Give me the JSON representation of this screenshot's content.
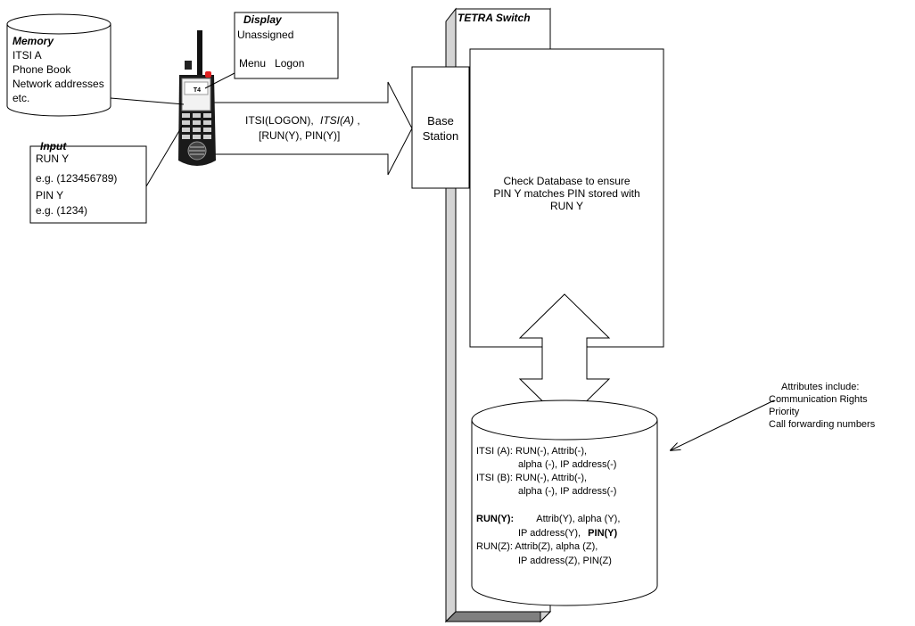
{
  "memory": {
    "title": "Memory",
    "lines": [
      "ITSI A",
      "Phone Book",
      "Network addresses",
      "etc."
    ]
  },
  "display": {
    "title": "Display",
    "status": "Unassigned",
    "softkeys": "Menu   Logon"
  },
  "input": {
    "title": "Input",
    "lines": [
      "RUN Y",
      "e.g. (123456789)",
      "PIN Y",
      "e.g. (1234)"
    ]
  },
  "message": {
    "line1_a": "ITSI(LOGON),",
    "line1_b": "ITSI(A)",
    "line1_c": ",",
    "line2": "[RUN(Y), PIN(Y)]"
  },
  "base_station": {
    "line1": "Base",
    "line2": "Station"
  },
  "switch": {
    "title": "TETRA Switch"
  },
  "check": {
    "lines": [
      "Check Database to ensure",
      "PIN Y matches PIN stored with",
      "RUN Y"
    ]
  },
  "database": {
    "r1a": "ITSI (A):  RUN(-),  Attrib(-),",
    "r1b": "alpha (-), IP address(-)",
    "r2a": "ITSI (B):  RUN(-),  Attrib(-),",
    "r2b": "alpha (-), IP address(-)",
    "r3_label": "RUN(Y):",
    "r3a": "Attrib(Y), alpha (Y),",
    "r3b_pre": "IP address(Y),",
    "r3b_pin": "PIN(Y)",
    "r4a": "RUN(Z): Attrib(Z), alpha (Z),",
    "r4b": "IP address(Z), PIN(Z)"
  },
  "attributes": {
    "lines": [
      "Attributes include:",
      "Communication Rights",
      "Priority",
      "Call forwarding numbers"
    ]
  }
}
